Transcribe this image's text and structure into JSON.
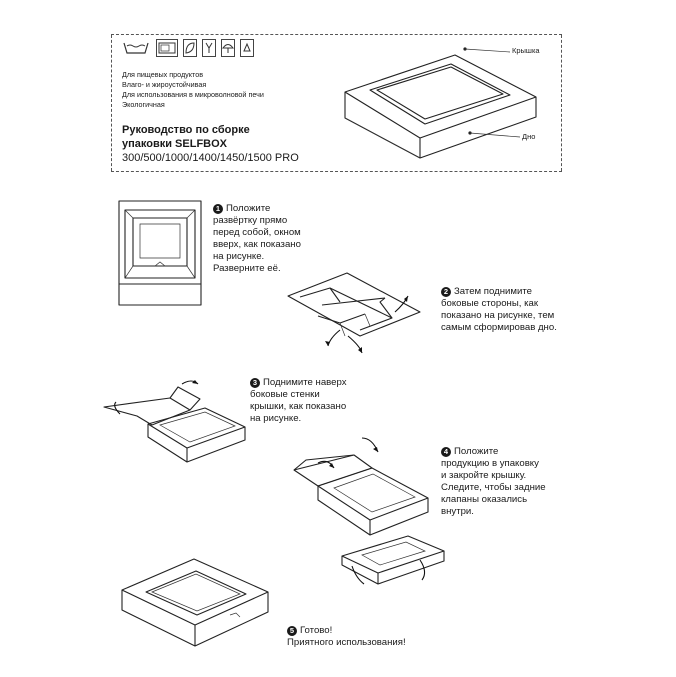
{
  "header": {
    "icons": [
      "wash-icon",
      "microwave-icon",
      "eco-leaf-icon",
      "glass-fork-icon",
      "umbrella-icon",
      "recycle-icon"
    ],
    "properties": [
      "Для пищевых продуктов",
      "Влаго- и жироустойчивая",
      "Для использования в микроволновой печи",
      "Экологичная"
    ],
    "title_line1": "Руководство по сборке",
    "title_line2": "упаковки SELFBOX",
    "title_line3": "300/500/1000/1400/1450/1500 PRO",
    "label_lid": "Крышка",
    "label_bottom": "Дно"
  },
  "steps": [
    {
      "num": "1",
      "lines": [
        "Положите",
        "развёртку прямо",
        "перед собой, окном",
        "вверх, как показано",
        "на рисунке.",
        "Разверните её."
      ]
    },
    {
      "num": "2",
      "lines": [
        "Затем поднимите",
        "боковые стороны, как",
        "показано на рисунке, тем",
        "самым сформировав дно."
      ]
    },
    {
      "num": "3",
      "lines": [
        "Поднимите наверх",
        "боковые стенки",
        "крышки, как показано",
        "на рисунке."
      ]
    },
    {
      "num": "4",
      "lines": [
        "Положите",
        "продукцию в упаковку",
        "и закройте крышку.",
        "Следите, чтобы задние",
        "клапаны оказались",
        "внутри."
      ]
    },
    {
      "num": "5",
      "lines": [
        "Готово!",
        "Приятного использования!"
      ]
    }
  ]
}
